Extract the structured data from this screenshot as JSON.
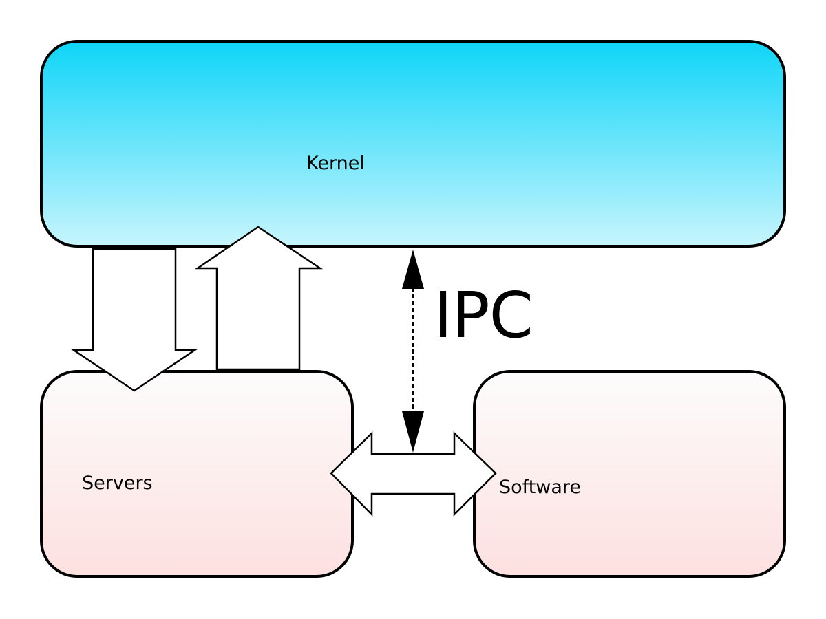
{
  "kernel": {
    "label": "Kernel"
  },
  "servers": {
    "label": "Servers"
  },
  "software": {
    "label": "Software"
  },
  "ipc": {
    "label": "IPC"
  },
  "colors": {
    "kernel_top": "#0fd5f8",
    "kernel_bottom": "#c7f5fd",
    "box_top": "#fdfcfc",
    "box_bottom": "#fde0e0",
    "stroke": "#000000",
    "arrow_fill": "#ffffff"
  }
}
